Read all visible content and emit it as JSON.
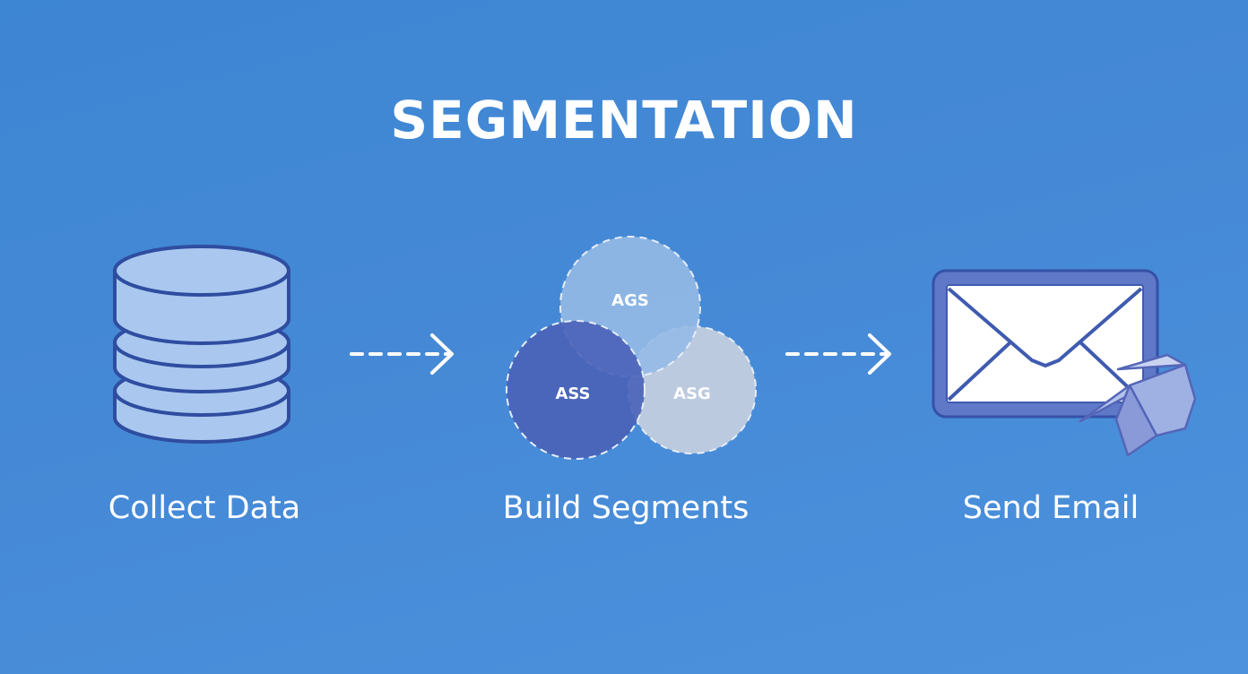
{
  "title": "SEGMENTATION",
  "steps": [
    {
      "label": "Collect Data",
      "icon": "database-icon"
    },
    {
      "label": "Build Segments",
      "icon": "venn-diagram-icon"
    },
    {
      "label": "Send Email",
      "icon": "envelope-paper-plane-icon"
    }
  ],
  "venn": {
    "top_label": "AGS",
    "left_label": "ASS",
    "right_label": "ASG"
  },
  "colors": {
    "background": "#4189d5",
    "icon_fill": "#aac8ef",
    "icon_stroke": "#2f4da0",
    "venn_top": "#8fb7e6",
    "venn_left": "#4a62b8",
    "venn_right": "#c6cfdf",
    "text": "#ffffff"
  }
}
